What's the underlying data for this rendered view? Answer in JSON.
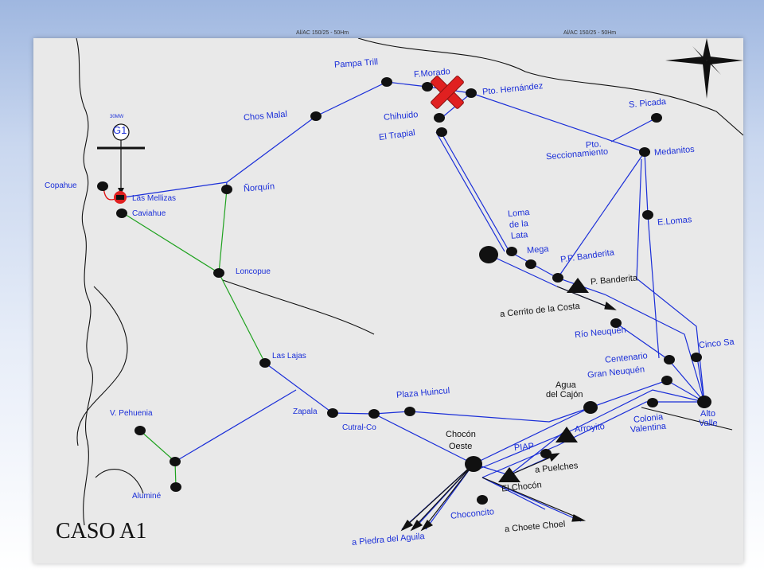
{
  "header": {
    "left": "Al/AC 150/25 - 50Hm",
    "right": "Al/AC 150/25 - 50Hm"
  },
  "case_label": "CASO A1",
  "generator": {
    "power": "30MW",
    "name": "G1"
  },
  "colors": {
    "line_blue": "#1a2ed8",
    "line_green": "#1fa21f",
    "line_red": "#e01010",
    "fault_red": "#e02020",
    "node_black": "#111111"
  },
  "stations": {
    "copahue": "Copahue",
    "las_mellizas": "Las Mellizas",
    "caviahue": "Caviahue",
    "chos_malal": "Chos Malal",
    "pampa_trill": "Pampa Trill",
    "f_morado": "F.Morado",
    "pto_hernandez": "Pto. Hernández",
    "chihuido": "Chihuido",
    "el_trapial": "El Trapial",
    "s_picada": "S. Picada",
    "pto_seccionamiento_1": "Pto.",
    "pto_seccionamiento_2": "Seccionamiento",
    "medanitos": "Medanitos",
    "norquin": "Ñorquín",
    "loncopue": "Loncopue",
    "e_lomas": "E.Lomas",
    "loma_1": "Loma",
    "loma_2": "de la",
    "loma_3": "Lata",
    "mega": "Mega",
    "pp_banderita": "P.P. Banderita",
    "p_banderita": "P. Banderita",
    "cerrito": "a Cerrito de la Costa",
    "rio_neuquen": "Río Neuquén",
    "cinco_saltos": "Cinco Sa",
    "las_lajas": "Las Lajas",
    "centenario": "Centenario",
    "gran_neuquen": "Gran Neuquén",
    "agua_1": "Agua",
    "agua_2": "del Cajón",
    "plaza_huincul": "Plaza Huincul",
    "v_pehuenia": "V. Pehuenia",
    "zapala": "Zapala",
    "cutral_co": "Cutral-Co",
    "chocon_oeste_1": "Chocón",
    "chocon_oeste_2": "Oeste",
    "arroyito": "Arroyito",
    "colonia_1": "Colonia",
    "colonia_2": "Valentina",
    "alto_valle_1": "Alto",
    "alto_valle_2": "Valle",
    "piap": "PIAP",
    "puelches": "a Puelches",
    "el_chocon": "El Chocón",
    "aluminé": "Aluminé",
    "choconcito": "Choconcito",
    "choele": "a Choete Choel",
    "piedra": "a Piedra del Aguila"
  }
}
